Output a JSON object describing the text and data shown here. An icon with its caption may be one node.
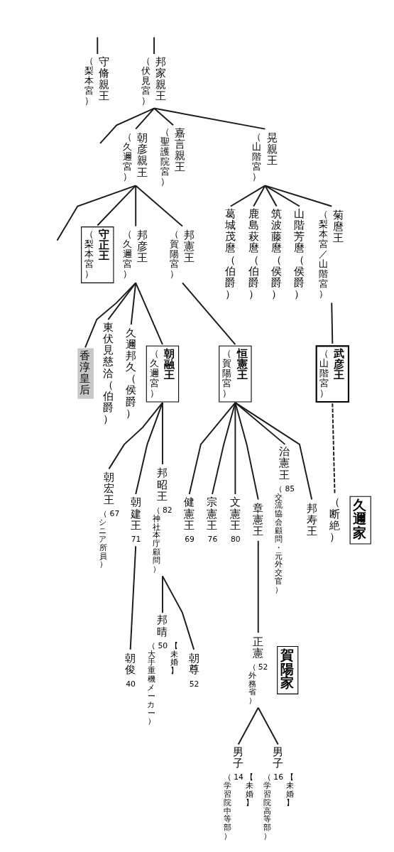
{
  "diagram": {
    "nodes": [
      {
        "text": [
          "（梨本宮）",
          "守脩親王"
        ]
      },
      {
        "text": [
          "（伏見宮）",
          "邦家親王"
        ]
      },
      {
        "text": [
          "（久邇宮）",
          "朝彦親王"
        ]
      },
      {
        "text": [
          "（聖護院宮）",
          "嘉言親王"
        ]
      },
      {
        "text": [
          "（山階宮）",
          "晃親王"
        ]
      },
      {
        "text": [
          "（梨本宮）",
          "守正王"
        ]
      },
      {
        "text": [
          "（久邇宮）",
          "邦彦王"
        ]
      },
      {
        "text": [
          "（賀陽宮）",
          "邦憲王"
        ]
      },
      {
        "text": [
          "葛城茂麿（伯爵）"
        ]
      },
      {
        "text": [
          "鹿島萩麿（伯爵）"
        ]
      },
      {
        "text": [
          "筑波藤麿（侯爵）"
        ]
      },
      {
        "text": [
          "山階芳麿（侯爵）"
        ]
      },
      {
        "text": [
          "（梨本宮／山階宮）",
          "菊麿王"
        ]
      },
      {
        "text": [
          "香淳皇后"
        ]
      },
      {
        "text": [
          "東伏見慈洽（伯爵）"
        ]
      },
      {
        "text": [
          "久邇邦久（侯爵）"
        ]
      },
      {
        "text": [
          "（久邇宮）",
          "朝融王"
        ]
      },
      {
        "text": [
          "（賀陽宮）",
          "恒憲王"
        ]
      },
      {
        "text": [
          "（山階宮）",
          "武彦王"
        ]
      },
      {
        "text": [
          "（断絶）"
        ]
      },
      {
        "text": [
          "朝宏王"
        ],
        "beside": [
          "（シニア所員）",
          "67"
        ]
      },
      {
        "text": [
          "朝建王"
        ],
        "beside": [
          "71"
        ]
      },
      {
        "text": [
          "久邇家"
        ]
      },
      {
        "text": [
          "邦昭王"
        ],
        "beside": [
          "（神社本庁顧問）",
          "82"
        ]
      },
      {
        "text": [
          "健憲王"
        ],
        "beside": [
          "69"
        ]
      },
      {
        "text": [
          "宗憲王"
        ],
        "beside": [
          "76"
        ]
      },
      {
        "text": [
          "文憲王"
        ],
        "beside": [
          "80"
        ]
      },
      {
        "text": [
          "章憲王"
        ]
      },
      {
        "text": [
          "治憲王"
        ],
        "beside": [
          "（交流協会顧問・元外交官）",
          "85"
        ]
      },
      {
        "text": [
          "邦寿王"
        ]
      },
      {
        "text": [
          "朝俊"
        ],
        "beside": [
          "40"
        ]
      },
      {
        "text": [
          "邦晴"
        ],
        "beside": [
          "（大手重機メーカー）",
          "50",
          "【未婚】"
        ]
      },
      {
        "text": [
          "朝尊"
        ],
        "beside": [
          "52"
        ]
      },
      {
        "text": [
          "賀陽家"
        ]
      },
      {
        "text": [
          "正憲"
        ],
        "beside": [
          "（外務省）",
          "52"
        ]
      },
      {
        "text": [
          "男子"
        ],
        "beside": [
          "（学習院中等部）",
          "14",
          "【未婚】"
        ]
      },
      {
        "text": [
          "男子"
        ],
        "beside": [
          "（学習院高等部）",
          "16",
          "【未婚】"
        ]
      }
    ],
    "edges": [
      {
        "from": null,
        "to": 0,
        "arrow": "none"
      },
      {
        "from": null,
        "to": 1,
        "arrow": "none"
      },
      {
        "from": 1,
        "to": null,
        "arrow": "none"
      },
      {
        "from": 1,
        "to": 2,
        "arrow": "none"
      },
      {
        "from": 1,
        "to": 3,
        "arrow": "none"
      },
      {
        "from": 1,
        "to": 4,
        "arrow": "none"
      },
      {
        "from": 2,
        "to": null,
        "arrow": "none"
      },
      {
        "from": 2,
        "to": 5,
        "arrow": "none"
      },
      {
        "from": 2,
        "to": 6,
        "arrow": "none"
      },
      {
        "from": 2,
        "to": 7,
        "arrow": "none"
      },
      {
        "from": 4,
        "to": 8,
        "arrow": "none"
      },
      {
        "from": 4,
        "to": 9,
        "arrow": "none"
      },
      {
        "from": 4,
        "to": 10,
        "arrow": "none"
      },
      {
        "from": 4,
        "to": 11,
        "arrow": "none"
      },
      {
        "from": 4,
        "to": 12,
        "arrow": "none"
      },
      {
        "from": 6,
        "to": 13,
        "arrow": "none"
      },
      {
        "from": 6,
        "to": 14,
        "arrow": "none"
      },
      {
        "from": 6,
        "to": 15,
        "arrow": "none"
      },
      {
        "from": 6,
        "to": 16,
        "arrow": "none"
      },
      {
        "from": 7,
        "to": 17,
        "arrow": "none"
      },
      {
        "from": 12,
        "to": 18,
        "arrow": "none"
      },
      {
        "from": 18,
        "to": 19,
        "arrow": "none",
        "style": "dashed"
      },
      {
        "from": 16,
        "to": 20,
        "arrow": "none"
      },
      {
        "from": 16,
        "to": 21,
        "arrow": "none"
      },
      {
        "from": 16,
        "to": 23,
        "arrow": "none"
      },
      {
        "from": 17,
        "to": 24,
        "arrow": "none"
      },
      {
        "from": 17,
        "to": 25,
        "arrow": "none"
      },
      {
        "from": 17,
        "to": 26,
        "arrow": "none"
      },
      {
        "from": 17,
        "to": 27,
        "arrow": "none"
      },
      {
        "from": 17,
        "to": 28,
        "arrow": "none"
      },
      {
        "from": 17,
        "to": 29,
        "arrow": "none"
      },
      {
        "from": 21,
        "to": 30,
        "arrow": "none"
      },
      {
        "from": 23,
        "to": 31,
        "arrow": "none"
      },
      {
        "from": 23,
        "to": 32,
        "arrow": "none"
      },
      {
        "from": 27,
        "to": 34,
        "arrow": "none"
      },
      {
        "from": 34,
        "to": 35,
        "arrow": "none"
      },
      {
        "from": 34,
        "to": 36,
        "arrow": "none"
      }
    ]
  }
}
